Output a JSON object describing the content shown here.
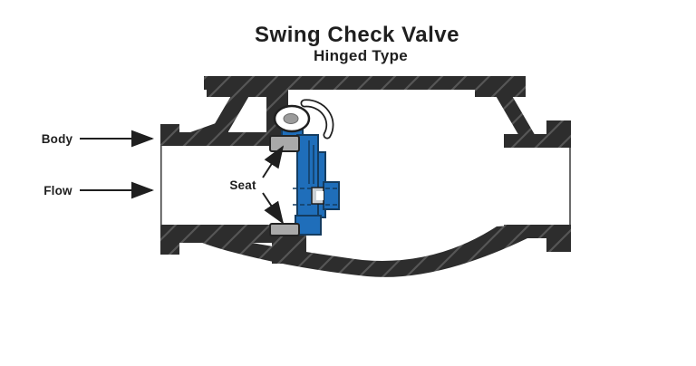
{
  "diagram": {
    "title": "Swing Check Valve",
    "subtitle": "Hinged Type",
    "labels": {
      "body": "Body",
      "flow": "Flow",
      "seat": "Seat"
    }
  },
  "colors": {
    "background": "#ffffff",
    "body_dark": "#2d2d2d",
    "hatch_line": "#565656",
    "outline": "#242424",
    "disc_blue": "#1f6eba",
    "disc_outline": "#143c60",
    "seat_gray": "#a9a9a9",
    "pin_gray": "#9b9b9b",
    "text": "#1f1f1f"
  }
}
